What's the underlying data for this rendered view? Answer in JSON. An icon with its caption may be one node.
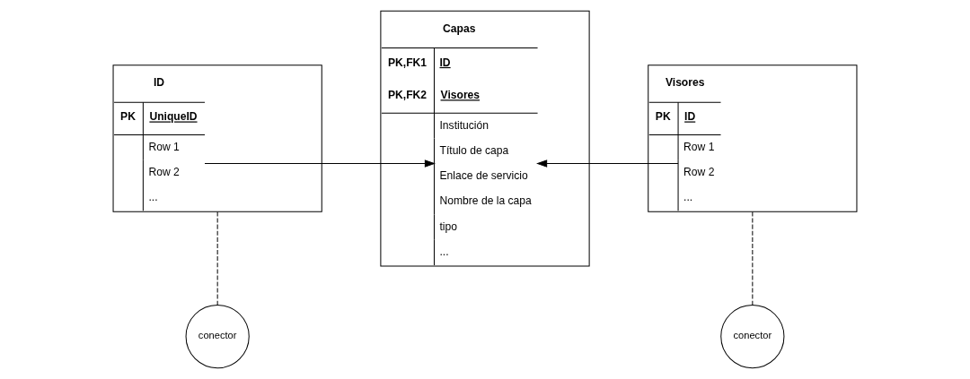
{
  "diagram": {
    "nodes": [
      {
        "text": [
          "ID",
          "PK",
          "UniqueID",
          "Row 1",
          "Row 2",
          "..."
        ]
      },
      {
        "text": [
          "Capas",
          "PK,FK1",
          "ID",
          "PK,FK2",
          "Visores",
          "Institución",
          "Título de capa",
          "Enlace de servicio",
          "Nombre de la capa",
          "tipo",
          "..."
        ]
      },
      {
        "text": [
          "Visores",
          "PK",
          "ID",
          "Row 1",
          "Row 2",
          "..."
        ]
      },
      {
        "text": [
          "conector"
        ]
      },
      {
        "text": [
          "conector"
        ]
      }
    ],
    "edges": [
      {
        "from": 0,
        "to": 1,
        "arrow": "to"
      },
      {
        "from": 2,
        "to": 1,
        "arrow": "to"
      },
      {
        "from": 0,
        "to": 3,
        "arrow": "none",
        "style": "dashed"
      },
      {
        "from": 2,
        "to": 4,
        "arrow": "none",
        "style": "dashed"
      }
    ]
  }
}
